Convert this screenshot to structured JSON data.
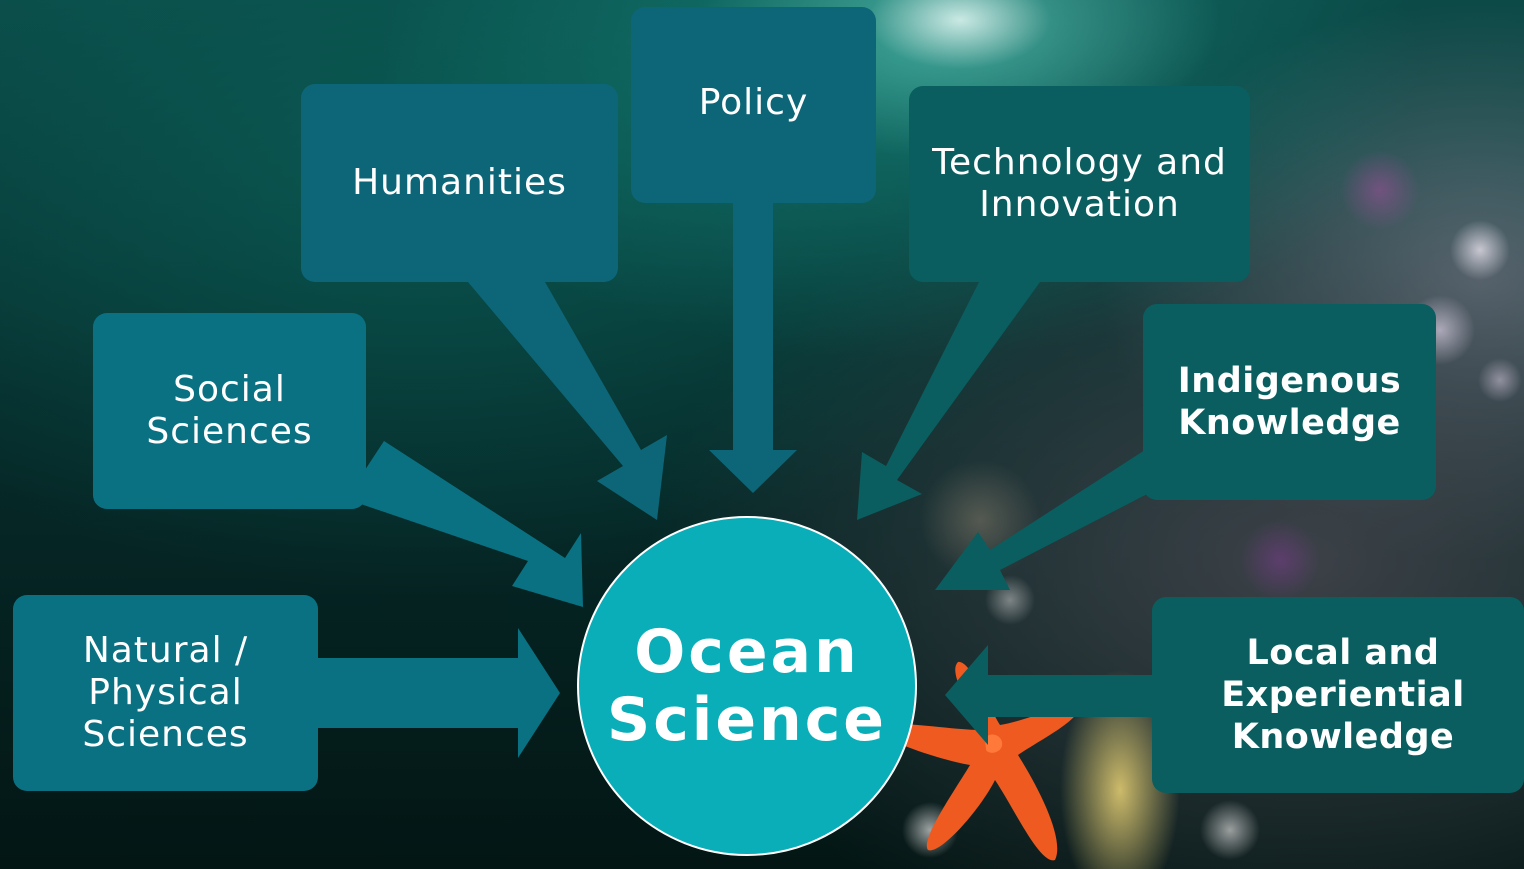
{
  "center": {
    "label": "Ocean\nScience"
  },
  "boxes": {
    "natural": "Natural /\nPhysical\nSciences",
    "social": "Social\nSciences",
    "humanities": "Humanities",
    "policy": "Policy",
    "technology": "Technology and\nInnovation",
    "indigenous": "Indigenous\nKnowledge",
    "local": "Local and\nExperiential\nKnowledge"
  },
  "colors": {
    "box_light": "#0a7183",
    "box_mid": "#0d6678",
    "box_dark": "#0a5e5f",
    "circle": "#0aaeb8",
    "text": "#ffffff"
  }
}
